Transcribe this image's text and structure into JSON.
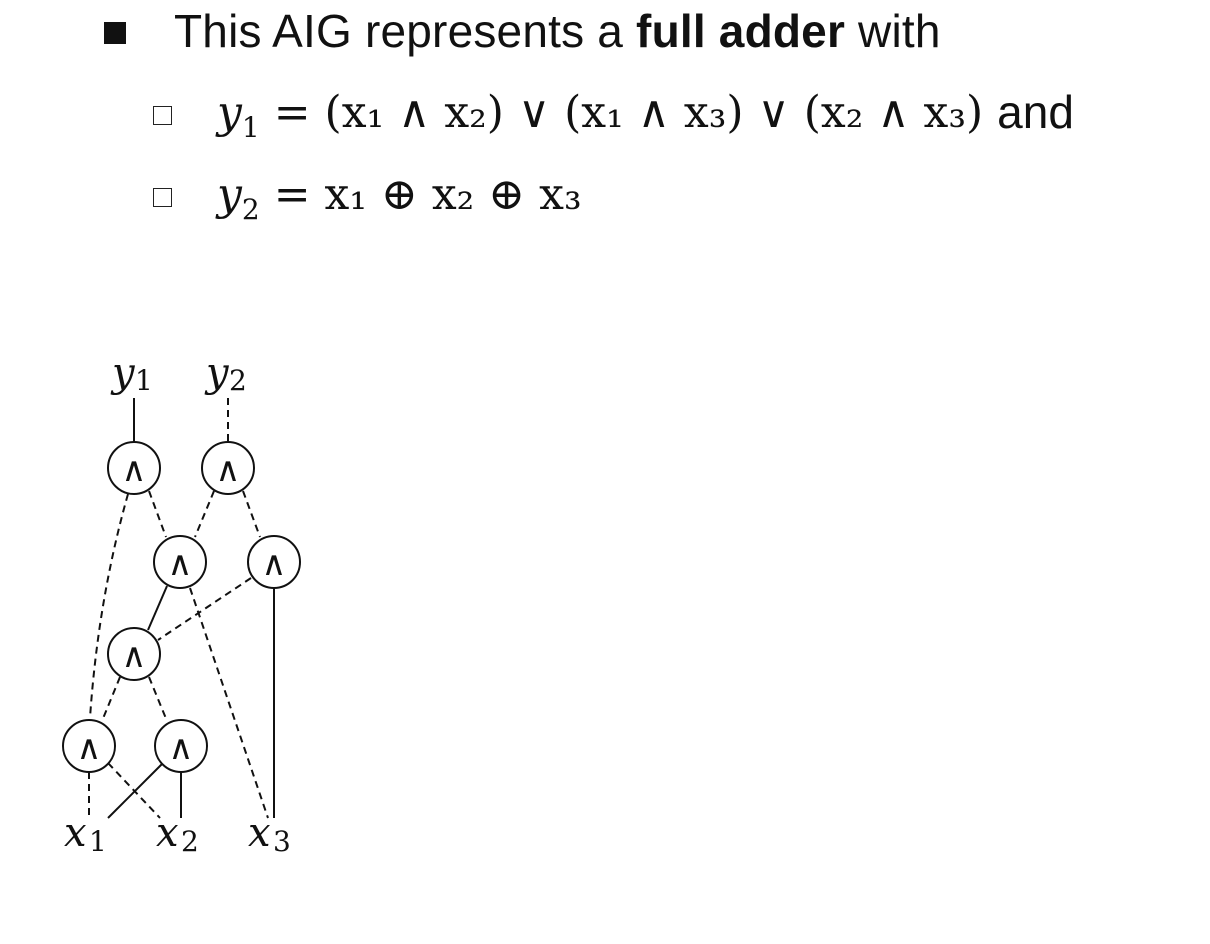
{
  "bullet": {
    "prefix": "This AIG represents a ",
    "bold": "full adder",
    "suffix": " with"
  },
  "equations": [
    {
      "lhs": "y",
      "lhs_sub": "1",
      "rhs": "= (x₁ ∧ x₂) ∨ (x₁ ∧ x₃) ∨ (x₂ ∧ x₃)",
      "trailing": "and"
    },
    {
      "lhs": "y",
      "lhs_sub": "2",
      "rhs": "= x₁ ⊕ x₂ ⊕ x₃",
      "trailing": ""
    }
  ],
  "graph": {
    "gate_symbol": "∧",
    "outputs": [
      {
        "name": "y",
        "sub": "1"
      },
      {
        "name": "y",
        "sub": "2"
      }
    ],
    "inputs": [
      {
        "name": "x",
        "sub": "1"
      },
      {
        "name": "x",
        "sub": "2"
      },
      {
        "name": "x",
        "sub": "3"
      }
    ]
  }
}
